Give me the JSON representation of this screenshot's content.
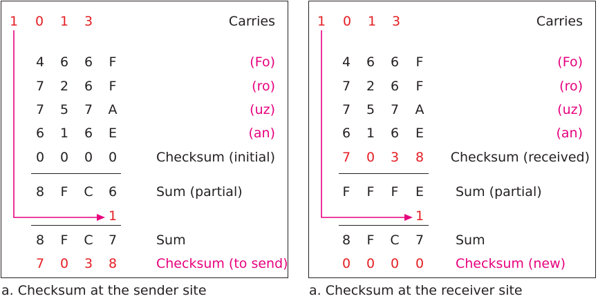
{
  "colors": {
    "carry": "#e31e24",
    "checksum": "#e31e24",
    "label_accent": "#e6007e",
    "text": "#231f20",
    "arrow": "#e6007e"
  },
  "panels": [
    {
      "carries": [
        "1",
        "0",
        "1",
        "3"
      ],
      "carries_label": "Carries",
      "rows": [
        {
          "digits": [
            "4",
            "6",
            "6",
            "F"
          ],
          "label": "(Fo)",
          "label_style": "accent"
        },
        {
          "digits": [
            "7",
            "2",
            "6",
            "F"
          ],
          "label": "(ro)",
          "label_style": "accent"
        },
        {
          "digits": [
            "7",
            "5",
            "7",
            "A"
          ],
          "label": "(uz)",
          "label_style": "accent"
        },
        {
          "digits": [
            "6",
            "1",
            "6",
            "E"
          ],
          "label": "(an)",
          "label_style": "accent"
        },
        {
          "digits": [
            "0",
            "0",
            "0",
            "0"
          ],
          "label": "Checksum (initial)",
          "label_style": "plain",
          "digit_style": "plain"
        }
      ],
      "partial": {
        "digits": [
          "8",
          "F",
          "C",
          "6"
        ],
        "label": "Sum (partial)"
      },
      "wrap_carry": "1",
      "sum": {
        "digits": [
          "8",
          "F",
          "C",
          "7"
        ],
        "label": "Sum"
      },
      "result": {
        "digits": [
          "7",
          "0",
          "3",
          "8"
        ],
        "label": "Checksum (to send)"
      },
      "caption": "a. Checksum at the sender site"
    },
    {
      "carries": [
        "1",
        "0",
        "1",
        "3"
      ],
      "carries_label": "Carries",
      "rows": [
        {
          "digits": [
            "4",
            "6",
            "6",
            "F"
          ],
          "label": "(Fo)",
          "label_style": "accent"
        },
        {
          "digits": [
            "7",
            "2",
            "6",
            "F"
          ],
          "label": "(ro)",
          "label_style": "accent"
        },
        {
          "digits": [
            "7",
            "5",
            "7",
            "A"
          ],
          "label": "(uz)",
          "label_style": "accent"
        },
        {
          "digits": [
            "6",
            "1",
            "6",
            "E"
          ],
          "label": "(an)",
          "label_style": "accent"
        },
        {
          "digits": [
            "7",
            "0",
            "3",
            "8"
          ],
          "label": "Checksum (received)",
          "label_style": "plain",
          "digit_style": "red"
        }
      ],
      "partial": {
        "digits": [
          "F",
          "F",
          "F",
          "E"
        ],
        "label": "Sum (partial)"
      },
      "wrap_carry": "1",
      "sum": {
        "digits": [
          "8",
          "F",
          "C",
          "7"
        ],
        "label": "Sum"
      },
      "result": {
        "digits": [
          "0",
          "0",
          "0",
          "0"
        ],
        "label": "Checksum (new)"
      },
      "caption": "a. Checksum at the receiver site"
    }
  ]
}
